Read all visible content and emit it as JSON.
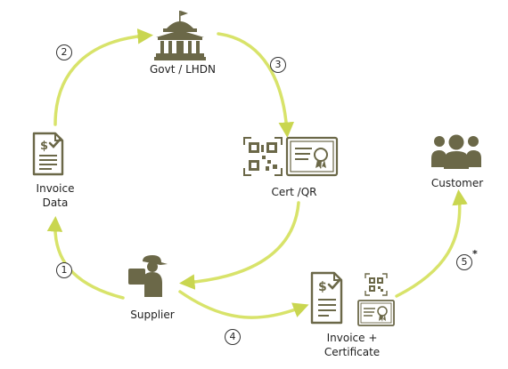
{
  "colors": {
    "arrow": "#d8e36a",
    "icon": "#6b6848",
    "iconLight": "#8a8766"
  },
  "nodes": {
    "govt": {
      "label": "Govt / LHDN",
      "icon": "government-building-icon"
    },
    "invoice_data": {
      "label_line1": "Invoice",
      "label_line2": "Data",
      "icon": "invoice-document-icon"
    },
    "cert_qr": {
      "label": "Cert /QR",
      "icon": "qr-certificate-icon"
    },
    "customer": {
      "label": "Customer",
      "icon": "customer-group-icon"
    },
    "supplier": {
      "label": "Supplier",
      "icon": "supplier-delivery-icon"
    },
    "invoice_cert": {
      "label_line1": "Invoice +",
      "label_line2": "Certificate",
      "icon": "invoice-certificate-icon"
    }
  },
  "steps": {
    "s1": "1",
    "s2": "2",
    "s3": "3",
    "s4": "4",
    "s5": "5",
    "s5_mark": "*"
  }
}
